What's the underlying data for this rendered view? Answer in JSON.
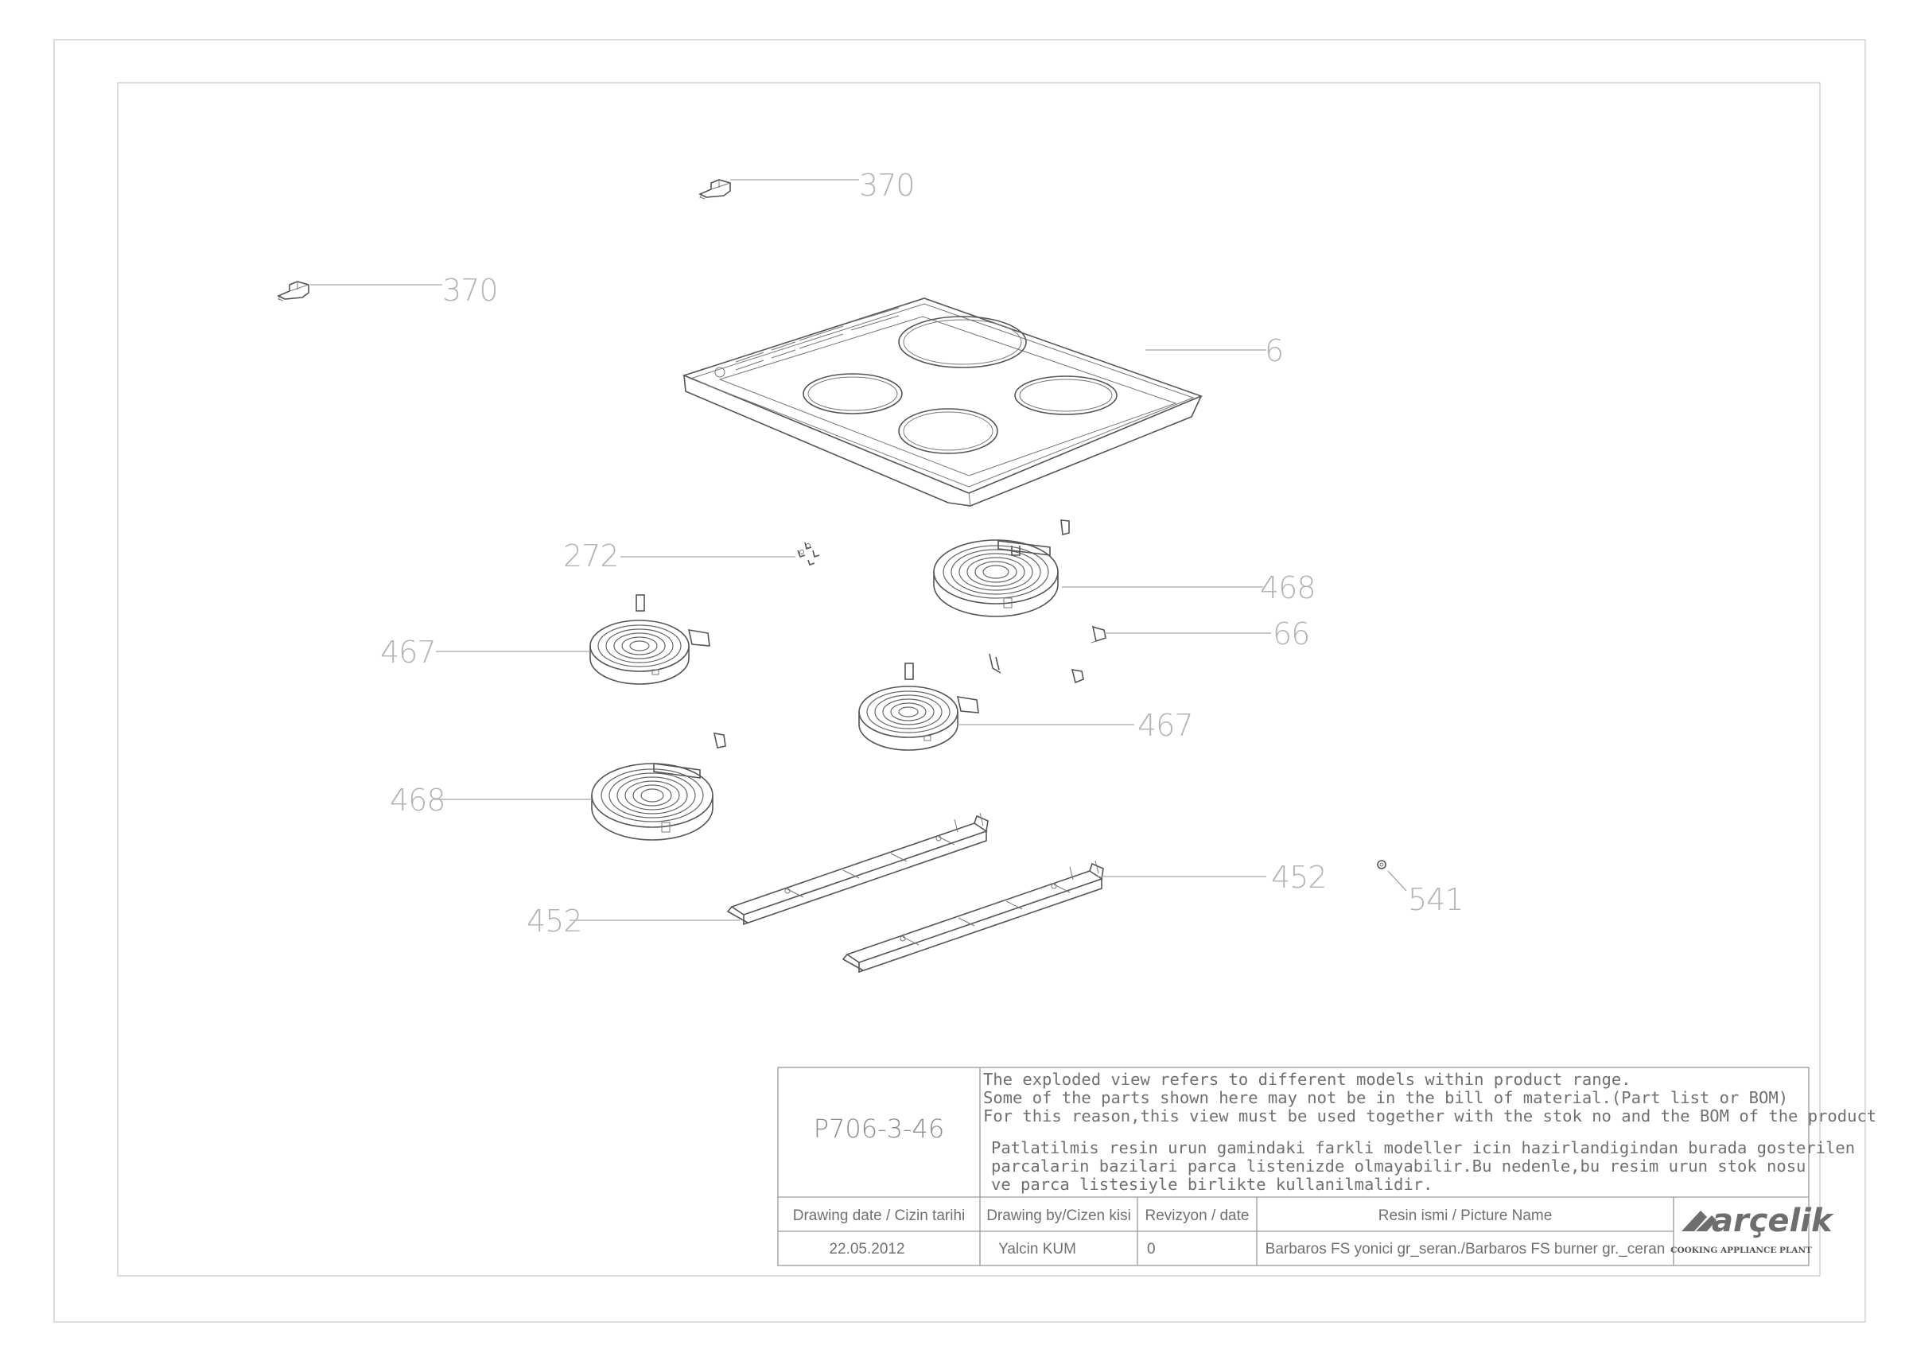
{
  "callouts": [
    {
      "id": "c1",
      "label": "370"
    },
    {
      "id": "c2",
      "label": "370"
    },
    {
      "id": "c3",
      "label": "6"
    },
    {
      "id": "c4",
      "label": "272"
    },
    {
      "id": "c5",
      "label": "468"
    },
    {
      "id": "c6",
      "label": "66"
    },
    {
      "id": "c7",
      "label": "467"
    },
    {
      "id": "c8",
      "label": "467"
    },
    {
      "id": "c9",
      "label": "468"
    },
    {
      "id": "c10",
      "label": "452"
    },
    {
      "id": "c11",
      "label": "452"
    },
    {
      "id": "c12",
      "label": "541"
    }
  ],
  "title_block": {
    "drawing_code": "P706-3-46",
    "notes_en": [
      "The exploded view refers to different models within product range.",
      "Some of the parts shown here may not be in the bill of material.(Part list or BOM)",
      "For this reason,this view must be used together with the stok no and the BOM of the product"
    ],
    "notes_tr": [
      "Patlatilmis resin urun gamindaki farkli modeller icin hazirlandigindan burada gosterilen",
      "parcalarin bazilari parca listenizde olmayabilir.Bu nedenle,bu resim urun stok nosu",
      "ve parca listesiyle birlikte kullanilmalidir."
    ],
    "headers": {
      "date": "Drawing date / Cizin tarihi",
      "drawn_by": "Drawing by/Cizen kisi",
      "revision": "Revizyon / date",
      "picture_name": "Resin ismi / Picture Name"
    },
    "values": {
      "date": "22.05.2012",
      "drawn_by": "Yalcin KUM",
      "revision": "0",
      "picture_name": "Barbaros FS yonici gr_seran./Barbaros FS burner gr._ceran"
    },
    "brand": "arçelik",
    "plant": "COOKING APPLIANCE PLANT"
  }
}
